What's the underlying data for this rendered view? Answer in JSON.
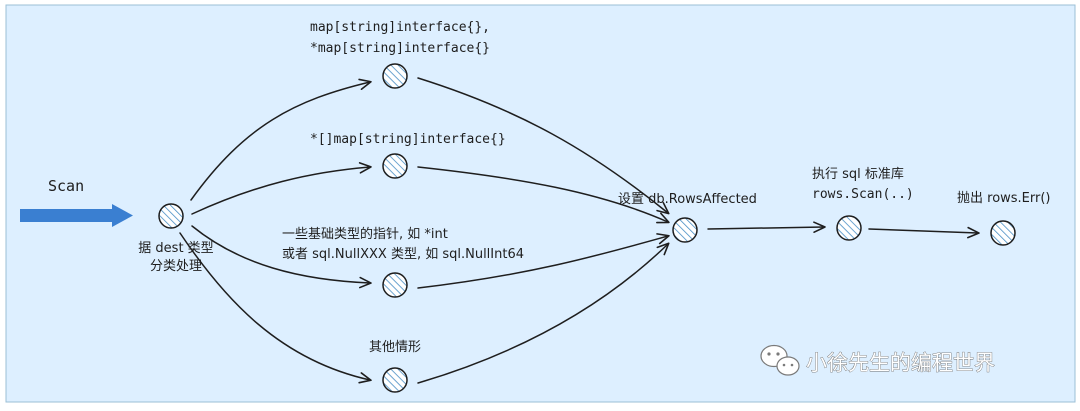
{
  "labels": {
    "scan": "Scan",
    "dispatch_line1": "据 dest 类型",
    "dispatch_line2": "分类处理",
    "map_line1": "map[string]interface{},",
    "map_line2": "*map[string]interface{}",
    "slice_map": "*[]map[string]interface{}",
    "basic_line1": "一些基础类型的指针, 如 *int",
    "basic_line2": "或者 sql.NullXXX 类型, 如 sql.NullInt64",
    "other": "其他情形",
    "rows_affected": "设置 db.RowsAffected",
    "exec_line1": "执行 sql 标准库",
    "exec_line2": "rows.Scan(..)",
    "err": "抛出 rows.Err()"
  },
  "watermark": {
    "text": "小徐先生的编程世界",
    "icon": "wechat-icon"
  },
  "colors": {
    "background": "#ddefff",
    "border": "#9bbfd6",
    "arrow": "#1e1e1e",
    "node_hatch": "#4a8fc5",
    "scan_arrow": "#3a7fd1"
  }
}
